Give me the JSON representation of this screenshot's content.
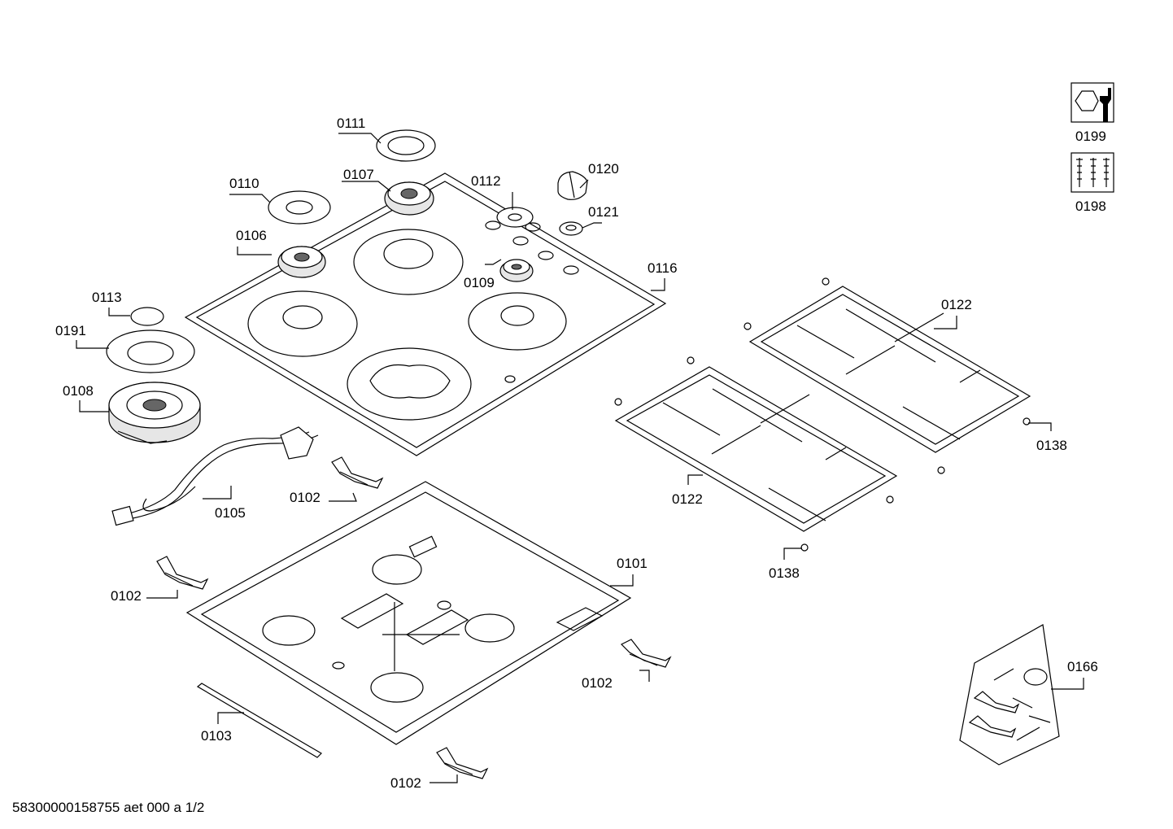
{
  "footer": {
    "drawing_id": "58300000158755 aet 000 a 1/2"
  },
  "labels": {
    "p0111": "0111",
    "p0107": "0107",
    "p0112": "0112",
    "p0120": "0120",
    "p0121": "0121",
    "p0110": "0110",
    "p0106": "0106",
    "p0109": "0109",
    "p0116": "0116",
    "p0113": "0113",
    "p0191": "0191",
    "p0108": "0108",
    "p0105": "0105",
    "p0102a": "0102",
    "p0102b": "0102",
    "p0102c": "0102",
    "p0102d": "0102",
    "p0101": "0101",
    "p0103": "0103",
    "p0122a": "0122",
    "p0122b": "0122",
    "p0138a": "0138",
    "p0138b": "0138",
    "p0166": "0166",
    "p0199": "0199",
    "p0198": "0198"
  },
  "icons": {
    "tools": "wrench-nut-icon",
    "screws": "screws-icon"
  }
}
